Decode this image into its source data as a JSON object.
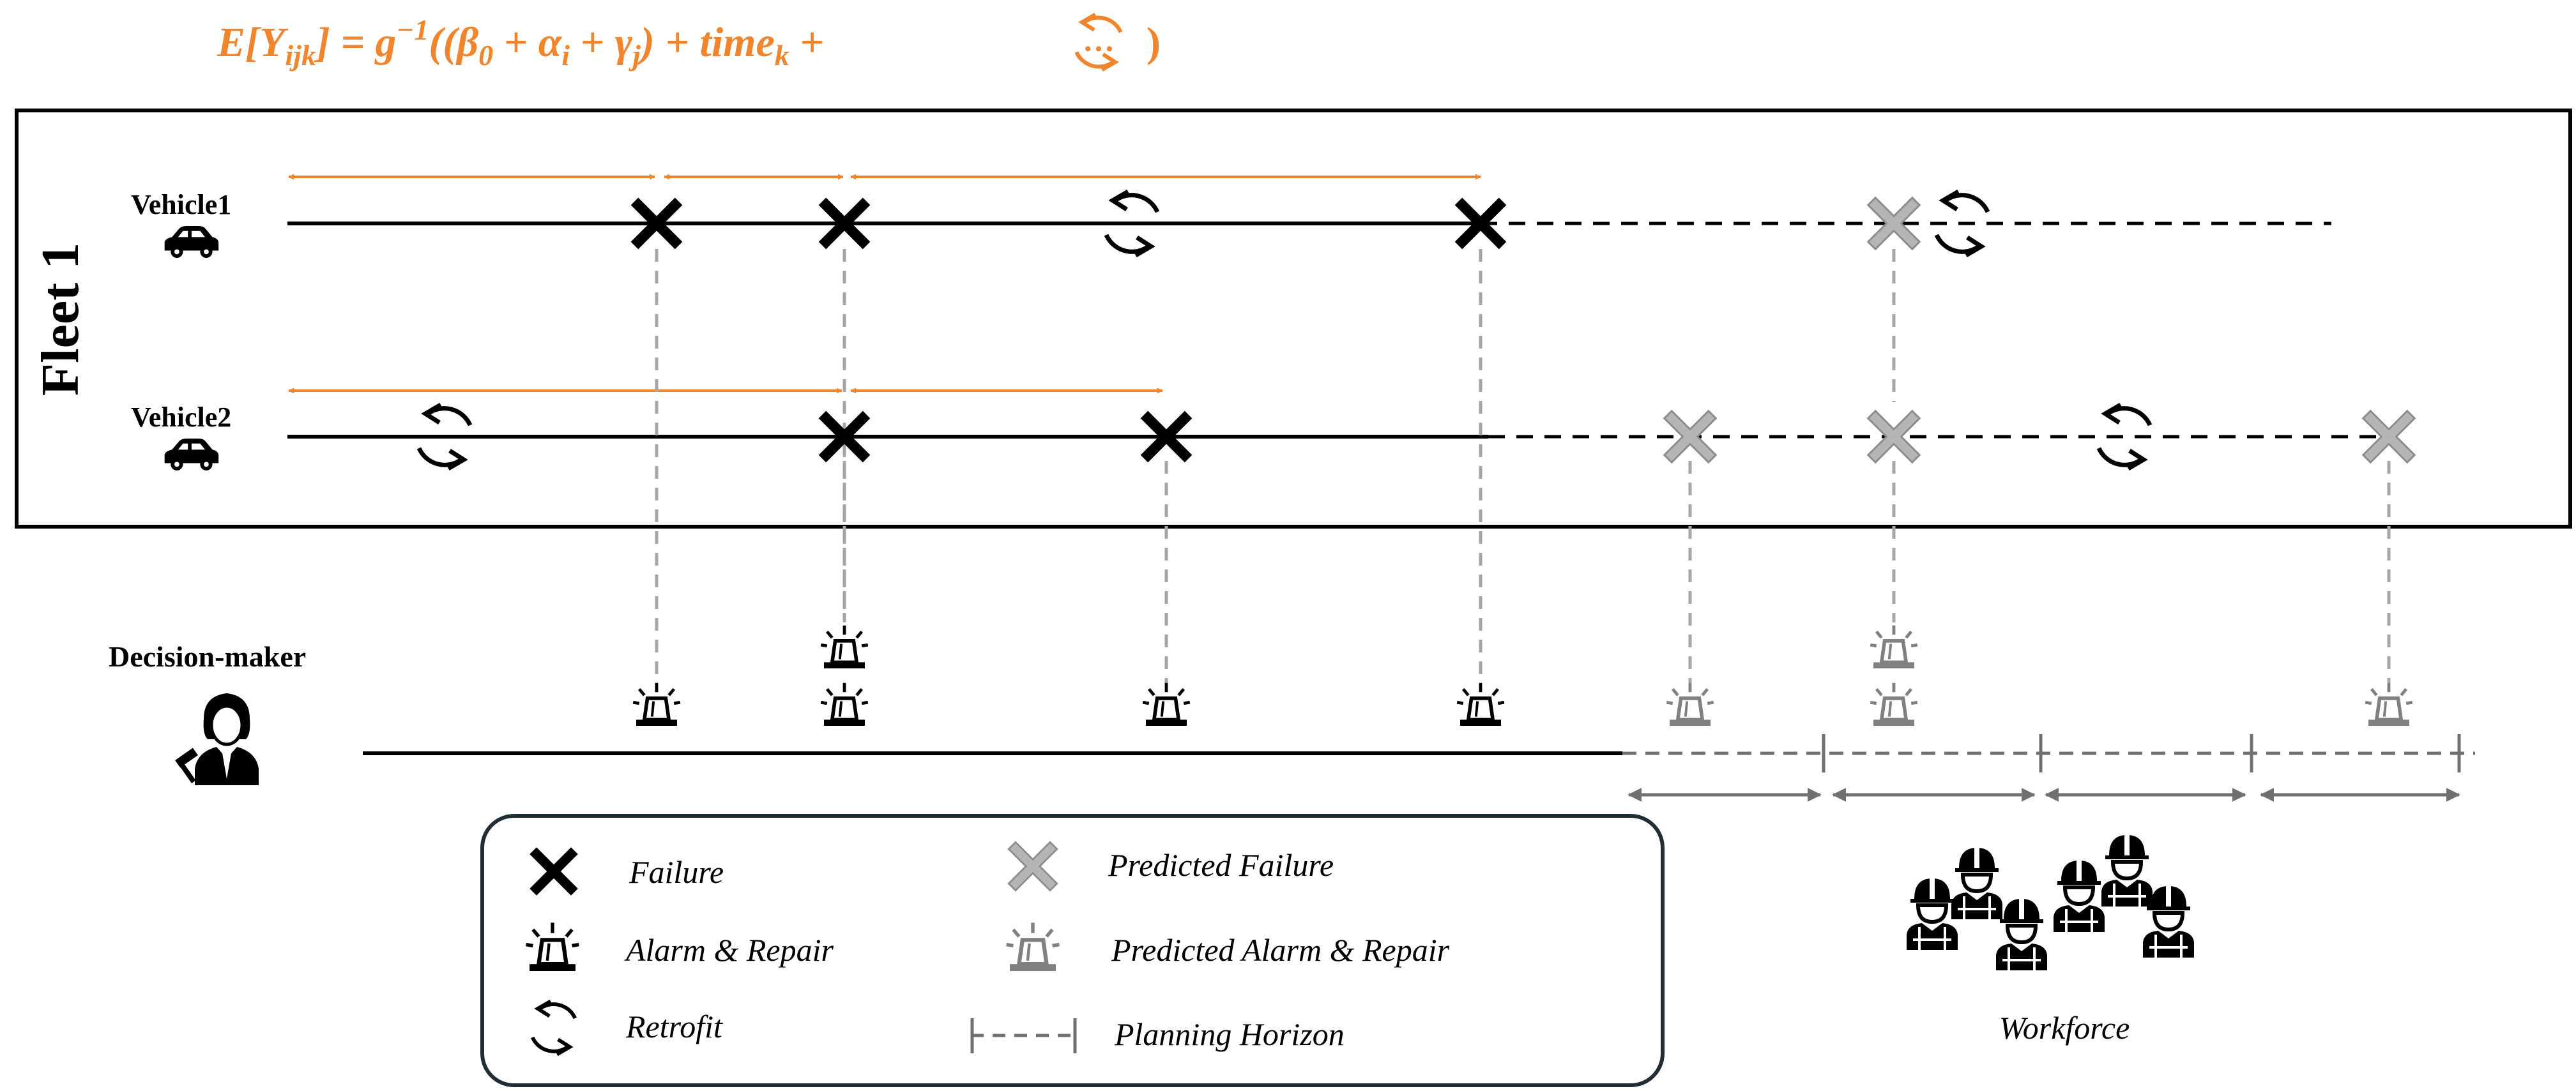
{
  "colors": {
    "accent": "#f0852d",
    "failure": "#000000",
    "predicted": "#b5b5b5",
    "predicted_stroke": "#8c8c8c",
    "alarm": "#000000",
    "predicted_alarm": "#808080",
    "horizon": "#707070",
    "connector": "#a6a6a6"
  },
  "formula": {
    "lhs": "E[Y",
    "lhs_sub": "ijk",
    "eq": "] = g",
    "sup": "−1",
    "open": "((β",
    "b_sub": "0",
    "plus1": " + α",
    "a_sub": "i",
    "plus2": " + γ",
    "g_sub": "j",
    "mid": ") + time",
    "t_sub": "k",
    "plus3": " +",
    "dots": "…",
    "close": ")"
  },
  "fleet": {
    "label": "Fleet 1"
  },
  "vehicles": [
    {
      "label": "Vehicle1",
      "icon": "car-icon"
    },
    {
      "label": "Vehicle2",
      "icon": "car-icon"
    }
  ],
  "decision_maker": {
    "label": "Decision-maker",
    "icon": "judge-person-icon"
  },
  "workforce": {
    "label": "Workforce",
    "icon": "workers-group-icon"
  },
  "legend": {
    "items": [
      {
        "icon": "failure-x-icon",
        "label": "Failure"
      },
      {
        "icon": "alarm-repair-icon",
        "label": "Alarm & Repair"
      },
      {
        "icon": "retrofit-icon",
        "label": "Retrofit"
      },
      {
        "icon": "predicted-failure-x-icon",
        "label": "Predicted Failure"
      },
      {
        "icon": "predicted-alarm-repair-icon",
        "label": "Predicted Alarm & Repair"
      },
      {
        "icon": "planning-horizon-icon",
        "label": "Planning Horizon"
      }
    ]
  }
}
